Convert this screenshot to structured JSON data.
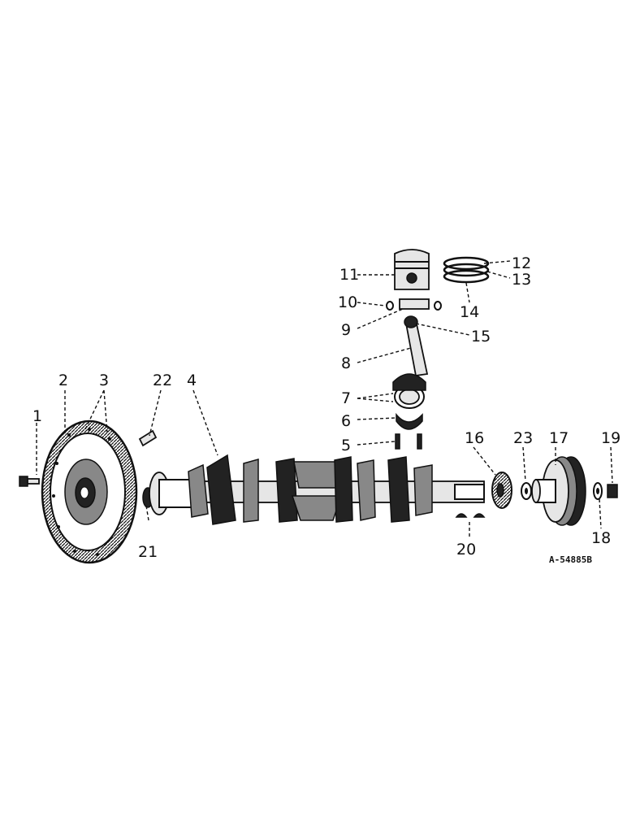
{
  "diagram": {
    "callouts": {
      "c1": "1",
      "c2": "2",
      "c3": "3",
      "c4": "4",
      "c5": "5",
      "c6": "6",
      "c7": "7",
      "c8": "8",
      "c9": "9",
      "c10": "10",
      "c11": "11",
      "c12": "12",
      "c13": "13",
      "c14": "14",
      "c15": "15",
      "c16": "16",
      "c17": "17",
      "c18": "18",
      "c19": "19",
      "c20": "20",
      "c21": "21",
      "c22": "22",
      "c23": "23"
    },
    "reference_code": "A-54885B"
  }
}
